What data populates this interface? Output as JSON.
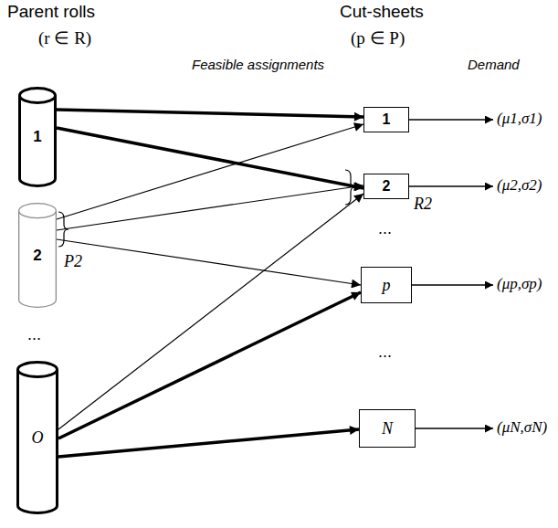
{
  "diagram": {
    "nodes": [
      {
        "text": [
          "1"
        ]
      },
      {
        "text": [
          "2"
        ]
      },
      {
        "text": [
          "O"
        ]
      },
      {
        "text": [
          "1"
        ]
      },
      {
        "text": [
          "2"
        ]
      },
      {
        "text": [
          "p"
        ]
      },
      {
        "text": [
          "N"
        ]
      }
    ],
    "edges": [
      {
        "from": 0,
        "to": 3,
        "arrow": "to"
      },
      {
        "from": 0,
        "to": 4,
        "arrow": "to"
      },
      {
        "from": 1,
        "to": 3,
        "arrow": "to"
      },
      {
        "from": 1,
        "to": 4,
        "arrow": "to"
      },
      {
        "from": 1,
        "to": 5,
        "arrow": "to"
      },
      {
        "from": 2,
        "to": 4,
        "arrow": "to"
      },
      {
        "from": 2,
        "to": 5,
        "arrow": "to"
      },
      {
        "from": 2,
        "to": 6,
        "arrow": "to"
      }
    ],
    "labels": [
      "Parent rolls",
      "(r ∈ R)",
      "Cut-sheets",
      "(p ∈ P)",
      "Feasible assignments",
      "Demand",
      "P2",
      "R2",
      "...",
      "...",
      "...",
      "(μ1,σ1)",
      "(μ2,σ2)",
      "(μp,σp)",
      "(μN,σN)"
    ]
  }
}
